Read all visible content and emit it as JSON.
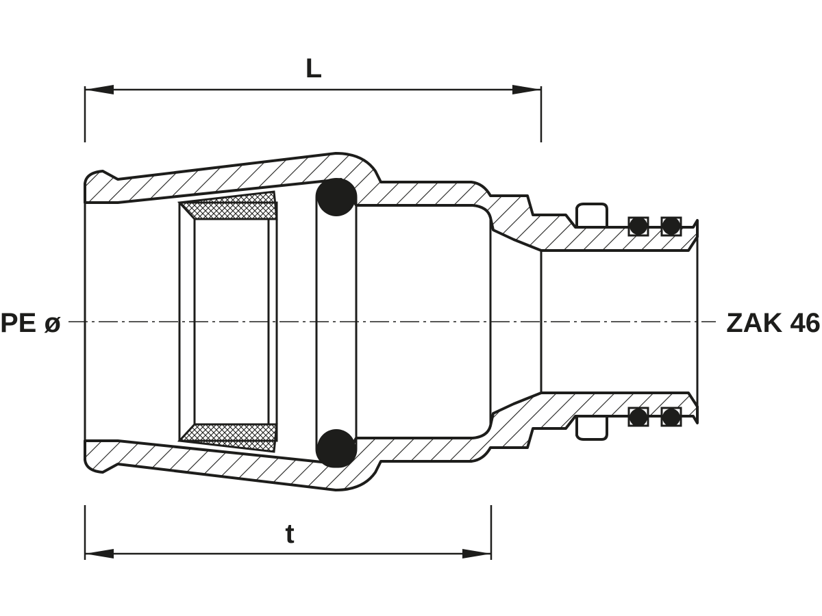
{
  "labels": {
    "length": "L",
    "socket_depth": "t",
    "left_connection": "PE ø",
    "right_connection": "ZAK 46"
  },
  "colors": {
    "line": "#1d1d1b",
    "background": "#ffffff",
    "seal": "#1d1d1b"
  }
}
